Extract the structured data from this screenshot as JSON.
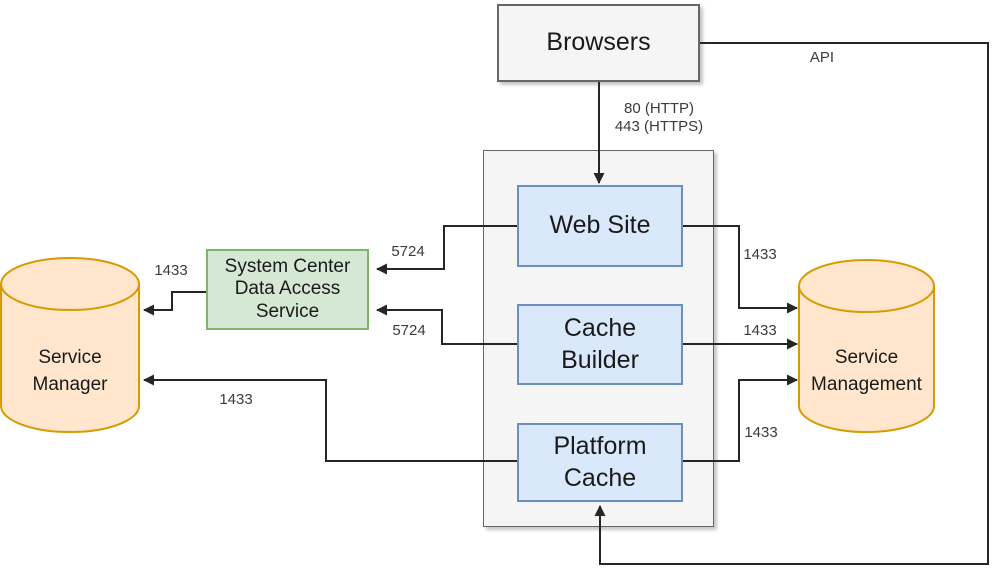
{
  "diagram": {
    "nodes": {
      "browsers": {
        "label": "Browsers"
      },
      "web_site": {
        "label": "Web Site"
      },
      "cache_builder": {
        "label": "Cache\nBuilder"
      },
      "platform_cache": {
        "label": "Platform\nCache"
      },
      "data_access_service": {
        "label": "System Center\nData Access\nService"
      },
      "service_manager_db": {
        "label": "Service\nManager"
      },
      "service_management_db": {
        "label": "Service\nManagement"
      }
    },
    "edge_labels": {
      "browsers_to_web_site": "80 (HTTP)\n443 (HTTPS)",
      "browsers_api": "API",
      "web_site_to_data_access": "5724",
      "cache_builder_to_data_access": "5724",
      "data_access_to_service_manager": "1433",
      "platform_cache_to_service_manager": "1433",
      "web_site_to_service_management": "1433",
      "cache_builder_to_service_management": "1433",
      "platform_cache_to_service_management": "1433"
    },
    "colors": {
      "gray_fill": "#F5F5F5",
      "gray_stroke": "#666666",
      "blue_fill": "#DAE8FC",
      "blue_stroke": "#6C8EBF",
      "green_fill": "#D5E8D4",
      "green_stroke": "#82B366",
      "orange_fill": "#FFE6CC",
      "orange_stroke": "#D79B00",
      "edge_stroke": "#262626",
      "background": "#FFFFFF"
    }
  }
}
